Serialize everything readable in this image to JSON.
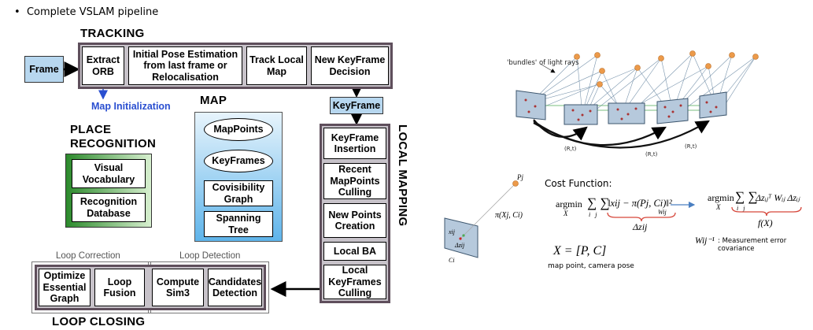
{
  "slide": {
    "bullet": "Complete VSLAM pipeline"
  },
  "pipeline": {
    "frame": "Frame",
    "tracking": {
      "title": "TRACKING",
      "steps": [
        "Extract ORB",
        "Initial Pose Estimation from last frame or Relocalisation",
        "Track Local Map",
        "New KeyFrame Decision"
      ]
    },
    "map_init": "Map Initialization",
    "map": {
      "title": "MAP",
      "mappoints": "MapPoints",
      "keyframes": "KeyFrames",
      "covisibility": "Covisibility Graph",
      "spanning": "Spanning Tree"
    },
    "place_recognition": {
      "title_line1": "PLACE",
      "title_line2": "RECOGNITION",
      "visual": "Visual Vocabulary",
      "database": "Recognition Database"
    },
    "keyframe": "KeyFrame",
    "local_mapping": {
      "title": "LOCAL MAPPING",
      "steps": [
        "KeyFrame Insertion",
        "Recent MapPoints Culling",
        "New Points Creation",
        "Local BA",
        "Local KeyFrames Culling"
      ]
    },
    "loop_closing": {
      "title": "LOOP CLOSING",
      "correction_label": "Loop Correction",
      "detection_label": "Loop Detection",
      "optimize": "Optimize Essential Graph",
      "fusion": "Loop Fusion",
      "sim3": "Compute Sim3",
      "candidates": "Candidates Detection"
    }
  },
  "ba_figure": {
    "bundles_label": "'bundles' of light rays",
    "pose_labels": [
      "(R,t)",
      "(R,t)",
      "(R,t)"
    ]
  },
  "projection": {
    "point_label": "Pj",
    "proj_label": "π(Xj, Ci)",
    "obs_label": "xij",
    "dz_label": "Δzij",
    "cam_label": "Ci"
  },
  "cost": {
    "title": "Cost Function:",
    "argmin": "argmin",
    "sub_x": "X",
    "sum_expr": "∑ ∑",
    "sum_sub": "i   j",
    "norm_expr": "‖xij − π(Pj, Ci)‖²",
    "norm_sub": "Wij",
    "dz": "Δzij",
    "right_expr": "Δzᵢⱼᵀ Wᵢⱼ Δzᵢⱼ",
    "fx": "f(X)",
    "winv": "Wij⁻¹",
    "winv_desc": ": Measurement error covariance",
    "x_def": "X = [P, C]",
    "x_desc": "map point, camera pose"
  }
}
